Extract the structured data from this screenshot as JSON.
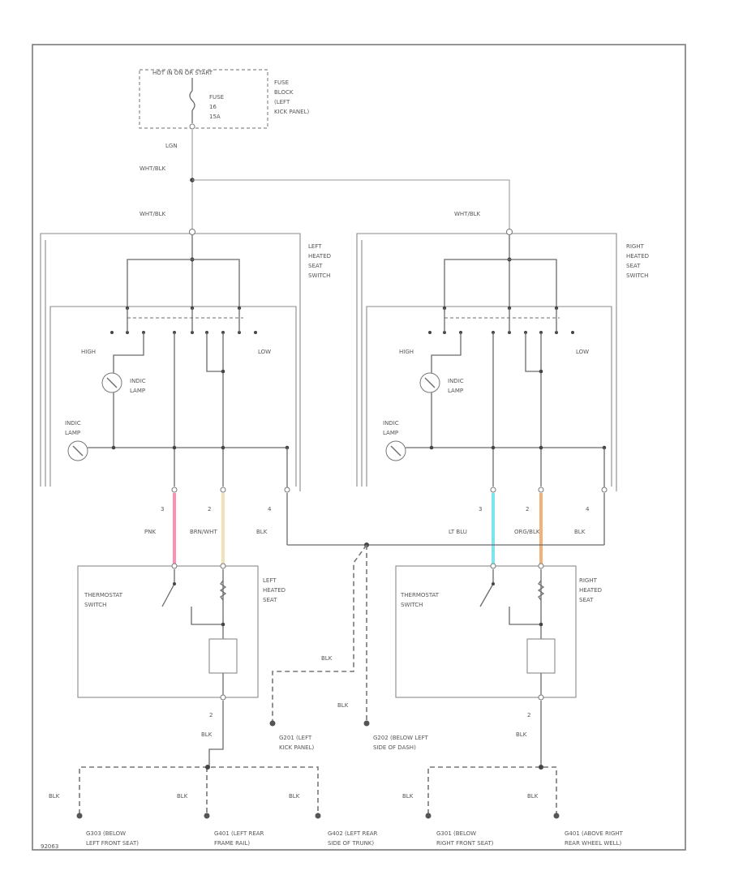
{
  "fuse_block": {
    "header": "HOT IN ON OR START",
    "fuse_text": [
      "FUSE",
      "16",
      "15A"
    ],
    "location": [
      "FUSE",
      "BLOCK",
      "(LEFT",
      "KICK PANEL)"
    ]
  },
  "wires": {
    "feed_color": "LGN",
    "splice_color": "WHT/BLK",
    "left_switch_feed": "WHT/BLK",
    "right_switch_feed": "WHT/BLK"
  },
  "left_switch": {
    "name": [
      "LEFT",
      "HEATED",
      "SEAT",
      "SWITCH"
    ],
    "high": "HIGH",
    "low": "LOW",
    "indic_lamp": [
      "INDIC",
      "LAMP"
    ],
    "illum_lamp": [
      "INDIC",
      "LAMP"
    ],
    "pins": [
      "3",
      "2",
      "4"
    ],
    "wire_colors": [
      "PNK",
      "BRN/WHT",
      "BLK"
    ]
  },
  "right_switch": {
    "name": [
      "RIGHT",
      "HEATED",
      "SEAT",
      "SWITCH"
    ],
    "high": "HIGH",
    "low": "LOW",
    "indic_lamp": [
      "INDIC",
      "LAMP"
    ],
    "illum_lamp": [
      "INDIC",
      "LAMP"
    ],
    "pins": [
      "3",
      "2",
      "4"
    ],
    "wire_colors": [
      "LT BLU",
      "ORG/BLK",
      "BLK"
    ]
  },
  "left_seat": {
    "name": [
      "LEFT",
      "HEATED",
      "SEAT"
    ],
    "thermostat": [
      "THERMOSTAT",
      "SWITCH"
    ],
    "pin": "2",
    "wire": "BLK"
  },
  "right_seat": {
    "name": [
      "RIGHT",
      "HEATED",
      "SEAT"
    ],
    "thermostat": [
      "THERMOSTAT",
      "SWITCH"
    ],
    "pin": "2",
    "wire": "BLK"
  },
  "grounds": {
    "mid_wire": "BLK",
    "mid_wire2": "BLK",
    "g_left_kick": [
      "G201 (LEFT",
      "KICK PANEL)"
    ],
    "g_dash": [
      "G202 (BELOW LEFT",
      "SIDE OF DASH)"
    ],
    "bottom_wire": "BLK",
    "labels": [
      [
        "G303 (BELOW",
        "LEFT FRONT SEAT)"
      ],
      [
        "G401 (LEFT REAR",
        "FRAME RAIL)"
      ],
      [
        "G402 (LEFT REAR",
        "SIDE OF TRUNK)"
      ],
      [
        "G301 (BELOW",
        "RIGHT FRONT SEAT)"
      ],
      [
        "G401 (ABOVE RIGHT",
        "REAR WHEEL WELL)"
      ]
    ]
  },
  "footer_code": "92063",
  "colors": {
    "pink": "#ff8fb0",
    "brown_white": "#efe2b8",
    "light_blue": "#7fe3f2",
    "orange_black": "#f0b27a"
  }
}
